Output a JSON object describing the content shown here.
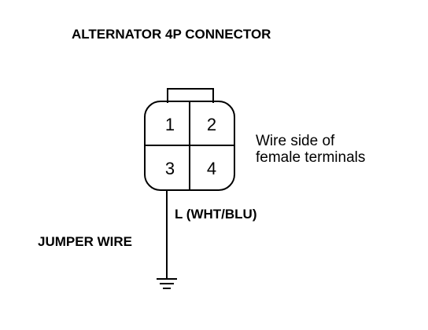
{
  "title": "ALTERNATOR 4P CONNECTOR",
  "connector": {
    "terminals": [
      "1",
      "2",
      "3",
      "4"
    ],
    "side_note_line1": "Wire side of",
    "side_note_line2": "female terminals"
  },
  "wire_label": "L (WHT/BLU)",
  "jumper_label": "JUMPER WIRE",
  "icons": {
    "ground": "ground-icon"
  }
}
